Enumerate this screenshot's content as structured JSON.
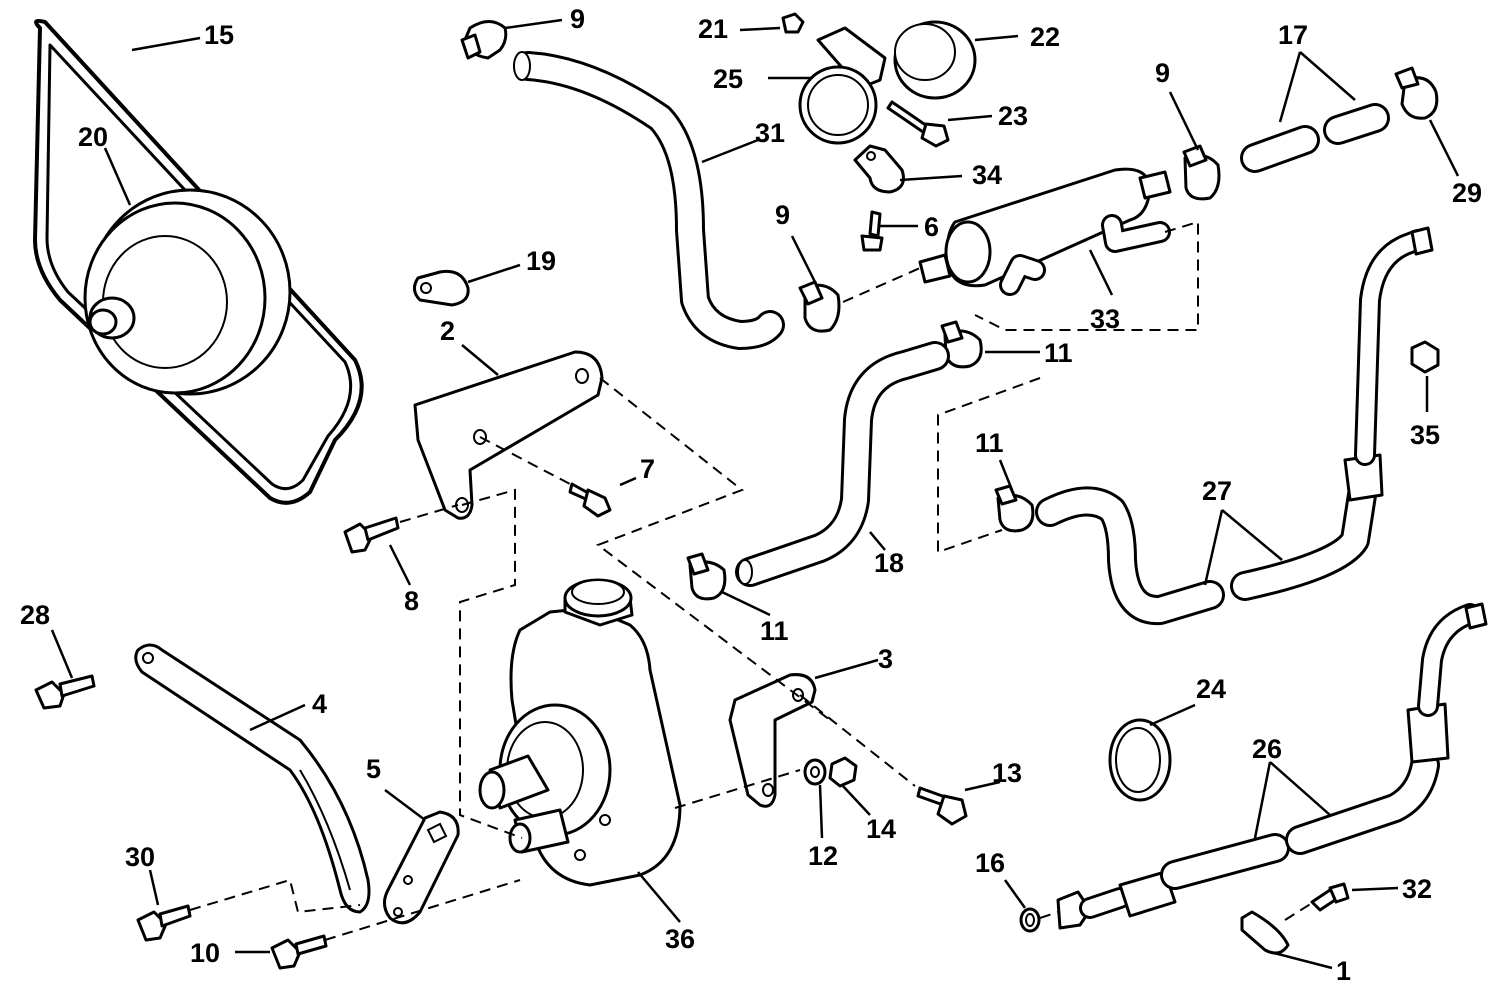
{
  "callouts": {
    "c1": "1",
    "c2": "2",
    "c3": "3",
    "c4": "4",
    "c5": "5",
    "c6": "6",
    "c7": "7",
    "c8": "8",
    "c9a": "9",
    "c9b": "9",
    "c9c": "9",
    "c10": "10",
    "c11a": "11",
    "c11b": "11",
    "c11c": "11",
    "c12": "12",
    "c13": "13",
    "c14": "14",
    "c15": "15",
    "c16": "16",
    "c17": "17",
    "c18": "18",
    "c19": "19",
    "c20": "20",
    "c21": "21",
    "c22": "22",
    "c23": "23",
    "c24": "24",
    "c25": "25",
    "c26": "26",
    "c27": "27",
    "c28": "28",
    "c29": "29",
    "c30": "30",
    "c31": "31",
    "c32": "32",
    "c33": "33",
    "c34": "34",
    "c35": "35",
    "c36": "36"
  }
}
